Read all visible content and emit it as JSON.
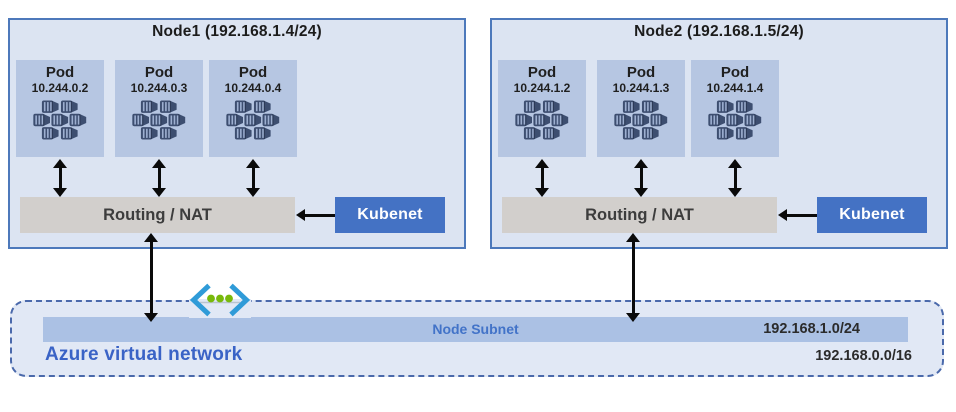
{
  "nodes": [
    {
      "title": "Node1 (192.168.1.4/24)",
      "routing_label": "Routing / NAT",
      "kubenet_label": "Kubenet",
      "pods": [
        {
          "label": "Pod",
          "ip": "10.244.0.2"
        },
        {
          "label": "Pod",
          "ip": "10.244.0.3"
        },
        {
          "label": "Pod",
          "ip": "10.244.0.4"
        }
      ]
    },
    {
      "title": "Node2 (192.168.1.5/24)",
      "routing_label": "Routing / NAT",
      "kubenet_label": "Kubenet",
      "pods": [
        {
          "label": "Pod",
          "ip": "10.244.1.2"
        },
        {
          "label": "Pod",
          "ip": "10.244.1.3"
        },
        {
          "label": "Pod",
          "ip": "10.244.1.4"
        }
      ]
    }
  ],
  "network": {
    "subnet_label": "Node Subnet",
    "subnet_cidr": "192.168.1.0/24",
    "vnet_label": "Azure virtual network",
    "vnet_cidr": "192.168.0.0/16"
  },
  "icons": {
    "pod_icon": "containers-cluster-icon",
    "vnet_icon": "azure-virtual-network-icon"
  },
  "colors": {
    "node_fill": "#dce4f2",
    "node_border": "#4d79bb",
    "pod_fill": "#b6c6e2",
    "pod_glyph": "#3d4e70",
    "routing_fill": "#d2cfcc",
    "kubenet_fill": "#4472c4",
    "subnet_bar_fill": "#abc1e4",
    "subnet_label_color": "#4273c8",
    "vnet_fill": "#e1e8f5",
    "vnet_border": "#4a69ab",
    "vnet_label_color": "#3a63c6",
    "vnet_icon_chevron": "#2f9bd8",
    "vnet_icon_dot": "#78b90a",
    "arrow": "#0a0a0a"
  }
}
